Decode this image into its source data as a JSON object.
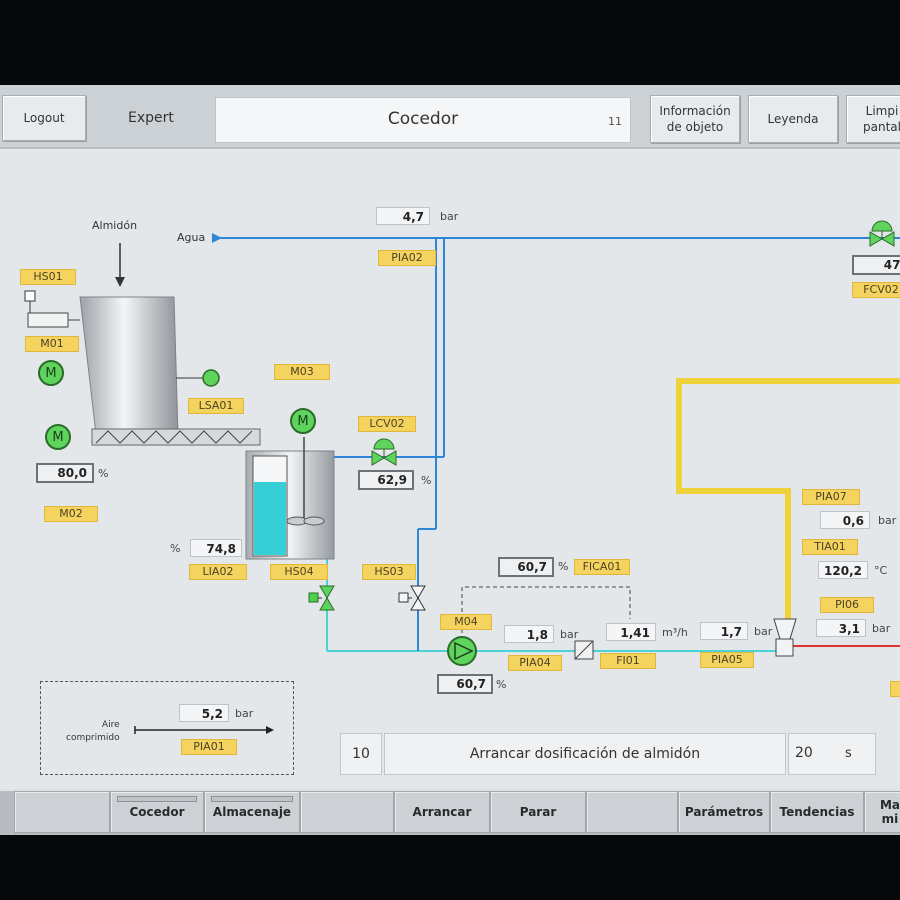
{
  "header": {
    "logout_label": "Logout",
    "user_level": "Expert",
    "screen_title": "Cocedor",
    "screen_number": "11",
    "info_button": "Información\nde objeto",
    "legend_button": "Leyenda",
    "clean_button": "Limpi\npantal"
  },
  "diagram": {
    "labels": {
      "almidon": "Almidón",
      "agua": "Agua",
      "aire": "Aire\ncomprimido",
      "percent_lia": "%"
    },
    "tags": {
      "HS01": "HS01",
      "M01": "M01",
      "M02": "M02",
      "M03": "M03",
      "LSA01": "LSA01",
      "LIA02": "LIA02",
      "HS04": "HS04",
      "HS03": "HS03",
      "LCV02": "LCV02",
      "PIA02": "PIA02",
      "FCV02": "FCV02",
      "M04": "M04",
      "PIA04": "PIA04",
      "FI01": "FI01",
      "PIA05": "PIA05",
      "FICA01": "FICA01",
      "PIA07": "PIA07",
      "TIA01": "TIA01",
      "PI06": "PI06",
      "PIA01": "PIA01"
    },
    "values": {
      "pia02": "4,7",
      "fcv02": "47,",
      "m02": "80,0",
      "lia02": "74,8",
      "lcv02": "62,9",
      "fica01": "60,7",
      "m04": "60,7",
      "pia04": "1,8",
      "fi01": "1,41",
      "pia05": "1,7",
      "pia07": "0,6",
      "tia01": "120,2",
      "pi06": "3,1",
      "pia01": "5,2"
    },
    "units": {
      "bar": "bar",
      "percent": "%",
      "m3h": "m³/h",
      "celsius": "°C"
    },
    "motor_symbol": "M",
    "tank_level_percent": 74.8
  },
  "step": {
    "number": "10",
    "message": "Arrancar dosificación de almidón",
    "time_value": "20",
    "time_unit": "s"
  },
  "footer": {
    "buttons": [
      {
        "label": ""
      },
      {
        "label": "Cocedor"
      },
      {
        "label": "Almacenaje"
      },
      {
        "label": ""
      },
      {
        "label": "Arrancar"
      },
      {
        "label": "Parar"
      },
      {
        "label": ""
      },
      {
        "label": "Parámetros"
      },
      {
        "label": "Tendencias"
      },
      {
        "label": "Ma\nmi"
      }
    ]
  },
  "colors": {
    "water_line": "#2f86d8",
    "product_line": "#49d3d4",
    "steam_line": "#efd23a",
    "hot_line": "#e0322e",
    "tag_yellow": "#f5d35f",
    "motor_green": "#5ed45c"
  }
}
